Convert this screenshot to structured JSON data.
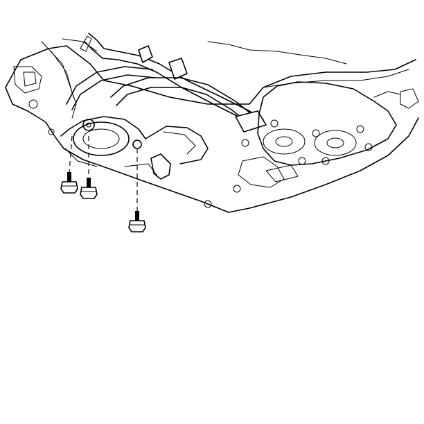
{
  "figure": {
    "background": "#ffffff",
    "line_color": "#000000",
    "parts": [
      "transmission-case-outline",
      "oil-pan",
      "cooler-line",
      "valve-body-cover",
      "filter-boss-left",
      "filter-boss-right",
      "bolt-left",
      "bolt-middle",
      "bolt-lower"
    ]
  }
}
